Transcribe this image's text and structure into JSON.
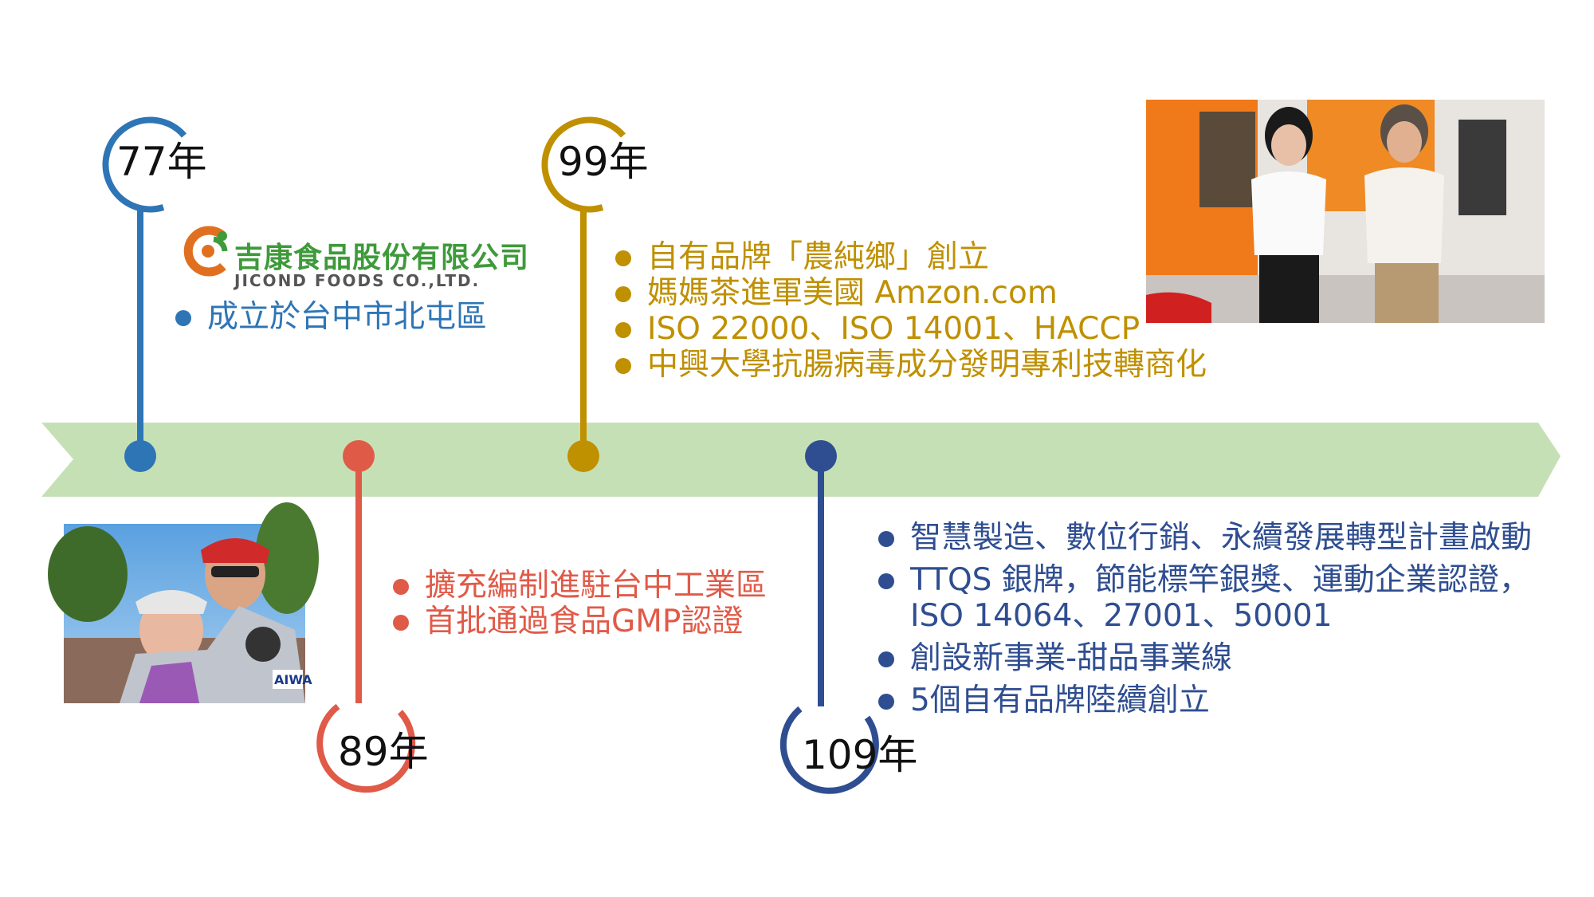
{
  "colors": {
    "band": "#c6e0b6",
    "c77": "#2e75b6",
    "c89": "#e05a48",
    "c99": "#bf9000",
    "c109": "#2f4e91"
  },
  "milestones": {
    "y77": {
      "year": "77年",
      "items": [
        "成立於台中市北屯區"
      ]
    },
    "y89": {
      "year": "89年",
      "items": [
        "擴充編制進駐台中工業區",
        "首批通過食品GMP認證"
      ]
    },
    "y99": {
      "year": "99年",
      "items": [
        "自有品牌「農純鄉」創立",
        "媽媽茶進軍美國 Amzon.com",
        "ISO 22000、ISO 14001、HACCP",
        "中興大學抗腸病毒成分發明專利技轉商化"
      ]
    },
    "y109": {
      "year": "109年",
      "items": [
        "智慧製造、數位行銷、永續發展轉型計畫啟動",
        "TTQS 銀牌，節能標竿銀獎、運動企業認證，",
        "ISO 14064、27001、50001",
        "創設新事業-甜品事業線",
        "5個自有品牌陸續創立"
      ]
    }
  },
  "logo": {
    "name_cn": "吉康食品股份有限公司",
    "name_en": "JICOND FOODS CO.,LTD.",
    "icon": "jicond-logo-icon"
  }
}
